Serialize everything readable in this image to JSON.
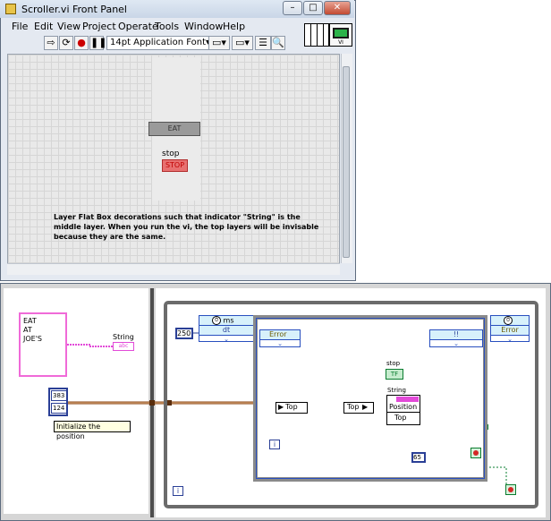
{
  "front_panel": {
    "title": "Scroller.vi Front Panel",
    "menu": [
      "File",
      "Edit",
      "View",
      "Project",
      "Operate",
      "Tools",
      "Window",
      "Help"
    ],
    "font": "14pt Application Font",
    "string_indicator_text": "EAT",
    "stop_label": "stop",
    "stop_button_text": "STOP",
    "note": "Layer Flat Box decorations such that indicator \"String\" is the middle layer. When you run the vi, the top layers will be invisable because they are the same."
  },
  "block_diagram": {
    "constant_text": [
      "EAT",
      "AT",
      "JOE'S"
    ],
    "string_terminal_label": "String",
    "string_terminal_type": "abc",
    "cluster_values": [
      "383",
      "124"
    ],
    "tooltip": "Initialize the position",
    "wait_constant": "250",
    "wait_unit": "ms",
    "wait_dt": "dt",
    "error_label": "Error",
    "stop_label": "stop",
    "stop_terminal_type": "TF",
    "property_node_label": "String",
    "property_position": "Position",
    "property_top": "Top",
    "unbundle_top": "Top",
    "bundle_top": "Top",
    "constant_65": "65",
    "iteration_label": "i",
    "colors": {
      "string_wire": "#e24ad8",
      "cluster_wire": "#8b4513",
      "numeric_wire": "#2a3f96",
      "error_wire": "#bdbd00",
      "boolean_wire": "#0a7c2f"
    }
  }
}
